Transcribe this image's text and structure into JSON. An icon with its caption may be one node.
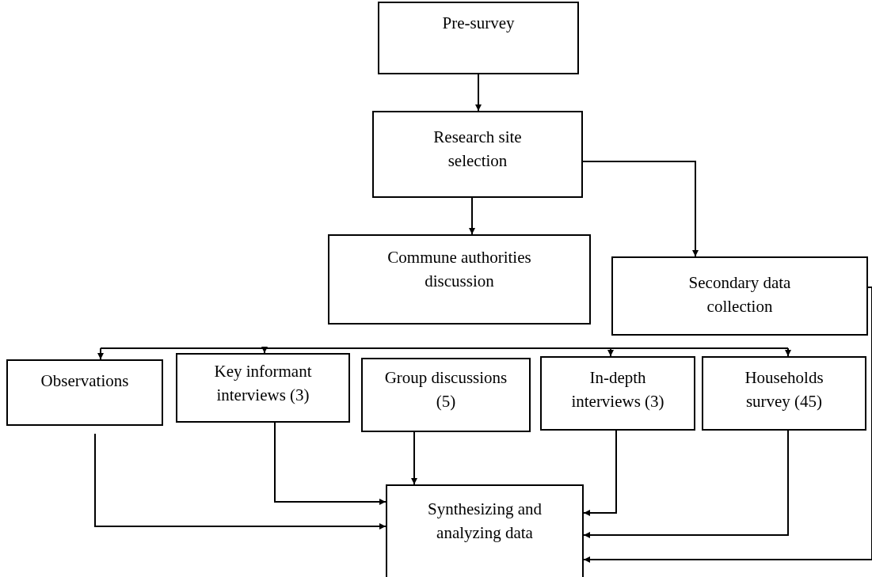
{
  "diagram": {
    "nodes": [
      {
        "text": [
          "Pre-survey"
        ]
      },
      {
        "text": [
          "Research site selection"
        ]
      },
      {
        "text": [
          "Commune authorities discussion"
        ]
      },
      {
        "text": [
          "Secondary data collection"
        ]
      },
      {
        "text": [
          "Observations"
        ]
      },
      {
        "text": [
          "Key informant interviews (3)"
        ]
      },
      {
        "text": [
          "Group discussions (5)"
        ]
      },
      {
        "text": [
          "In-depth interviews (3)"
        ]
      },
      {
        "text": [
          "Households survey (45)"
        ]
      },
      {
        "text": [
          "Synthesizing and analyzing data"
        ]
      }
    ],
    "edges": [
      {
        "from": 0,
        "to": 1,
        "arrow": "to"
      },
      {
        "from": 1,
        "to": 2,
        "arrow": "to"
      },
      {
        "from": 1,
        "to": 3,
        "arrow": "to"
      },
      {
        "from": 3,
        "to": 9,
        "arrow": "to"
      },
      {
        "from": null,
        "to": 4,
        "arrow": "to"
      },
      {
        "from": null,
        "to": 5,
        "arrow": "to"
      },
      {
        "from": null,
        "to": 7,
        "arrow": "to"
      },
      {
        "from": null,
        "to": 8,
        "arrow": "to"
      },
      {
        "from": 4,
        "to": 9,
        "arrow": "to"
      },
      {
        "from": 5,
        "to": 9,
        "arrow": "to"
      },
      {
        "from": 6,
        "to": 9,
        "arrow": "to"
      },
      {
        "from": 7,
        "to": 9,
        "arrow": "to"
      },
      {
        "from": 8,
        "to": 9,
        "arrow": "to"
      }
    ]
  }
}
